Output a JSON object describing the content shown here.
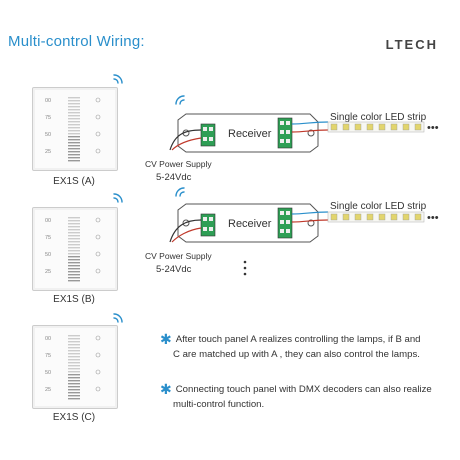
{
  "title": "Multi-control Wiring:",
  "brand": "LTECH",
  "panels": [
    {
      "label": "EX1S (A)",
      "side_left": [
        "00",
        "75",
        "50",
        "25"
      ]
    },
    {
      "label": "EX1S (B)",
      "side_left": [
        "00",
        "75",
        "50",
        "25"
      ]
    },
    {
      "label": "EX1S (C)",
      "side_left": [
        "00",
        "75",
        "50",
        "25"
      ]
    }
  ],
  "receivers": [
    {
      "label": "Receiver",
      "strip_label": "Single color LED strip",
      "power_label": "CV Power Supply",
      "voltage": "5-24Vdc"
    },
    {
      "label": "Receiver",
      "strip_label": "Single color LED strip",
      "power_label": "CV Power Supply",
      "voltage": "5-24Vdc"
    }
  ],
  "notes": [
    {
      "line1": "After touch panel A realizes controlling the lamps, if B and",
      "line2": "C are matched up with A , they can also control the lamps."
    },
    {
      "line1": "Connecting touch panel with DMX decoders can also realize",
      "line2": "multi-control function."
    }
  ],
  "colors": {
    "accent": "#2a8fcb",
    "wire_blue": "#2a8fcb",
    "wire_red": "#c0392b",
    "terminal_green": "#2e9e55"
  },
  "icons": [
    "wifi-signal-icon",
    "star-bullet-icon",
    "ellipsis-icon"
  ]
}
